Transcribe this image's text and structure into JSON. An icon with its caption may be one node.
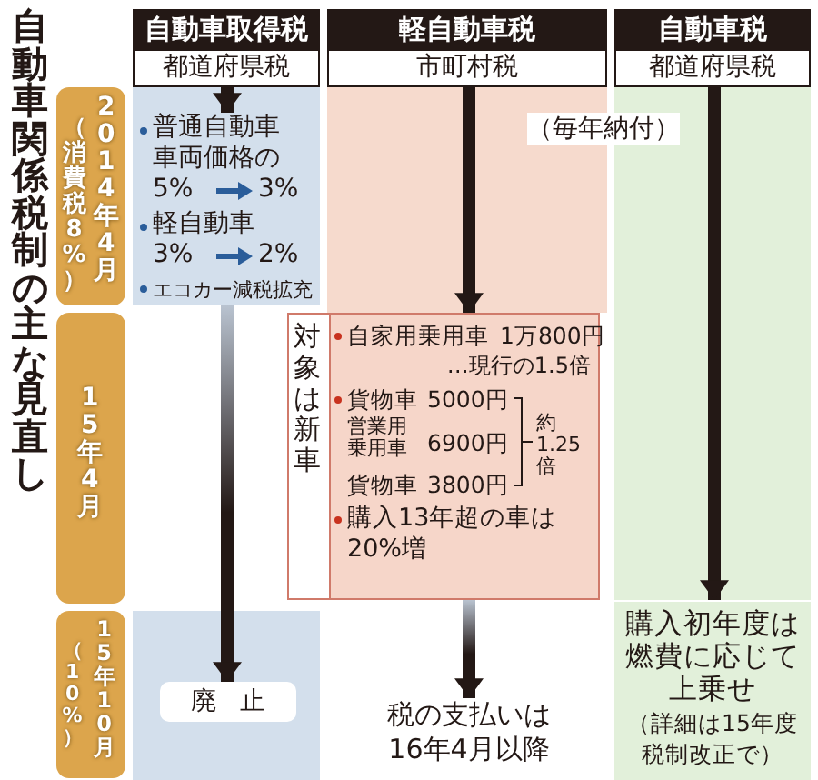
{
  "diagram": {
    "title": "自動車関係税制の主な見直し",
    "nodes": [
      {
        "text": [
          "（消費税8%）",
          "2014年4月"
        ]
      },
      {
        "text": [
          "15年4月"
        ]
      },
      {
        "text": [
          "（10%）",
          "15年10月"
        ]
      },
      {
        "text": [
          "自動車取得税",
          "都道府県税"
        ]
      },
      {
        "text": [
          "普通自動車",
          "車両価格の",
          "5%",
          "3%",
          "軽自動車",
          "3%",
          "2%",
          "エコカー減税拡充"
        ]
      },
      {
        "text": [
          "廃止"
        ]
      },
      {
        "text": [
          "軽自動車税",
          "市町村税"
        ]
      },
      {
        "text": [
          "対象は新車",
          "自家用乗用車",
          "1万800円",
          "…現行の1.5倍",
          "貨物車",
          "5000円",
          "営業用乗用車",
          "6900円",
          "貨物車",
          "3800円",
          "約1.25倍",
          "購入13年超の車は20%増"
        ]
      },
      {
        "text": [
          "税の支払いは16年4月以降"
        ]
      },
      {
        "text": [
          "自動車税",
          "都道府県税"
        ]
      },
      {
        "text": [
          "購入初年度は燃費に応じて上乗せ",
          "（詳細は15年度税制改正で）"
        ]
      }
    ],
    "edges": [
      {
        "from": 3,
        "to": 4,
        "arrow": "to"
      },
      {
        "from": 4,
        "to": 5,
        "arrow": "to"
      },
      {
        "from": 6,
        "to": 7,
        "arrow": "to"
      },
      {
        "from": 7,
        "to": 8,
        "arrow": "to"
      },
      {
        "from": 9,
        "to": 10,
        "arrow": "to"
      }
    ],
    "labels": [
      "（毎年納付）"
    ]
  }
}
